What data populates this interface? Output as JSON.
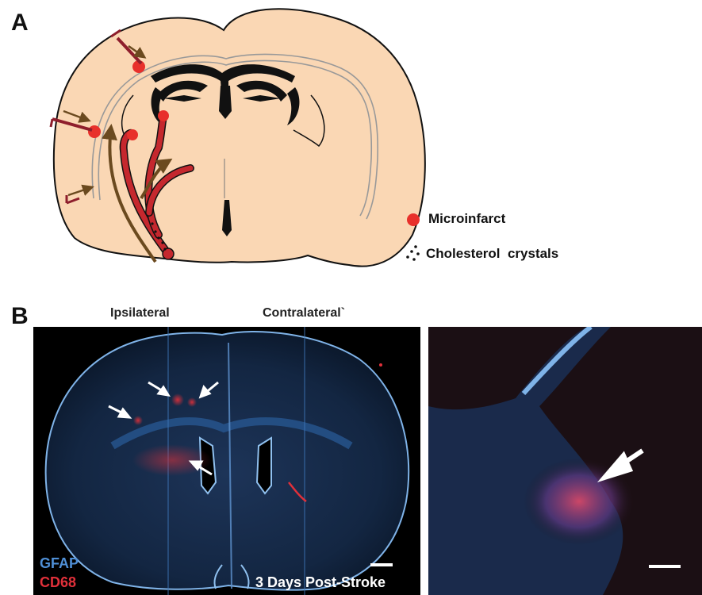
{
  "panel_a": {
    "label": "A",
    "legend": [
      {
        "symbol": "red-dot",
        "text": "Microinfarct",
        "color": "#e8302b"
      },
      {
        "symbol": "dots",
        "text": "Cholesterol  crystals",
        "color": "#111111"
      }
    ],
    "colors": {
      "brain_fill": "#fad7b4",
      "vessel": "#c5282e",
      "arrow_brown": "#6b4a1f",
      "arrow_red": "#8e1e2c"
    }
  },
  "panel_b": {
    "label": "B",
    "ipsilateral_label": "Ipsilateral",
    "contralateral_label": "Contralateral`",
    "stain_gfap": "GFAP",
    "stain_cd68": "CD68",
    "timepoint": "3 Days Post-Stroke",
    "colors": {
      "gfap": "#4f8fd6",
      "cd68": "#e0303a",
      "background": "#000000"
    }
  }
}
